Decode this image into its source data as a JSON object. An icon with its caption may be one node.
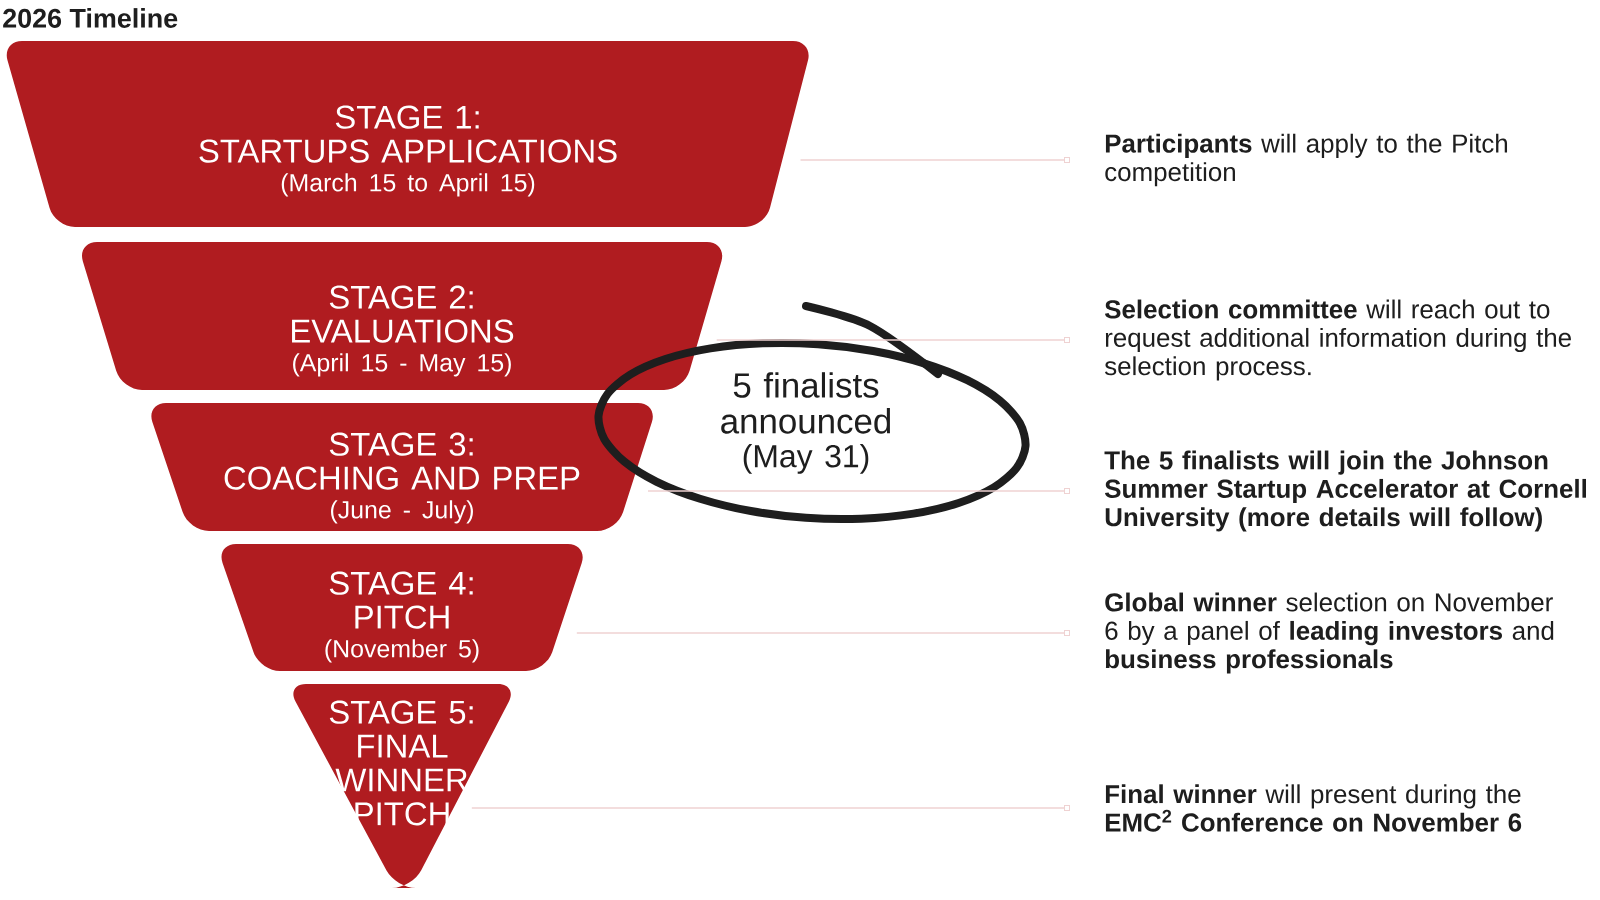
{
  "diagram": {
    "title": "2026 Timeline",
    "nodes": [
      {
        "text": [
          "STAGE 1:",
          "STARTUPS APPLICATIONS",
          "(March 15 to April 15)"
        ]
      },
      {
        "text": [
          "STAGE 2:",
          "EVALUATIONS",
          "(April 15 - May 15)"
        ]
      },
      {
        "text": [
          "STAGE 3:",
          "COACHING AND PREP",
          "(June - July)"
        ]
      },
      {
        "text": [
          "STAGE 4:",
          "PITCH",
          "(November 5)"
        ]
      },
      {
        "text": [
          "STAGE 5:",
          "FINAL WINNER PITCH"
        ]
      },
      {
        "text": [
          "**Participants** will apply to the Pitch competition"
        ]
      },
      {
        "text": [
          "**Selection committee** will reach out to request additional information during the selection process."
        ]
      },
      {
        "text": [
          "**The 5 finalists will join the Johnson Summer Startup Accelerator at Cornell University (more details will follow)**"
        ]
      },
      {
        "text": [
          "**Global winner** selection on November 6 by a panel of **leading investors** and **business professionals**"
        ]
      },
      {
        "text": [
          "**Final winner** will present during the **EMC$^{2}$ Conference on November 6**"
        ]
      },
      {
        "text": [
          "5 finalists announced",
          "(May 31)"
        ]
      }
    ],
    "edges": [
      {
        "from": 0,
        "to": 5,
        "arrow": "other"
      },
      {
        "from": 1,
        "to": 6,
        "arrow": "other"
      },
      {
        "from": 2,
        "to": 7,
        "arrow": "other"
      },
      {
        "from": 3,
        "to": 8,
        "arrow": "other"
      },
      {
        "from": 4,
        "to": 9,
        "arrow": "other"
      }
    ]
  }
}
